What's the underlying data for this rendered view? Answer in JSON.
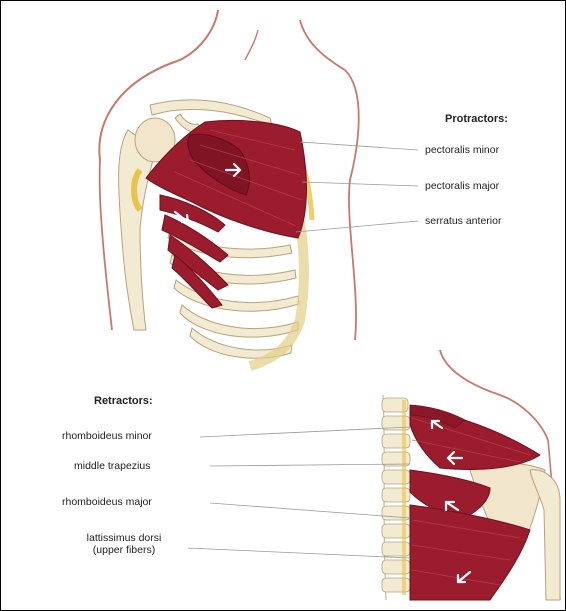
{
  "protractors": {
    "heading": "Protractors:",
    "labels": [
      "pectoralis minor",
      "pectoralis major",
      "serratus anterior"
    ]
  },
  "retractors": {
    "heading": "Retractors:",
    "labels": [
      "rhomboideus minor",
      "middle trapezius",
      "rhomboideus major"
    ],
    "lat_line1": "lattissimus dorsi",
    "lat_line2": "(upper fibers)"
  },
  "colors": {
    "muscle": "#9b1c2c",
    "muscle_dark": "#6e1020",
    "bone": "#f3ead2",
    "bone_edge": "#b8a27a",
    "fat": "#e9c44a",
    "skin_line": "#c9786a",
    "leader": "#9a9a9a"
  }
}
